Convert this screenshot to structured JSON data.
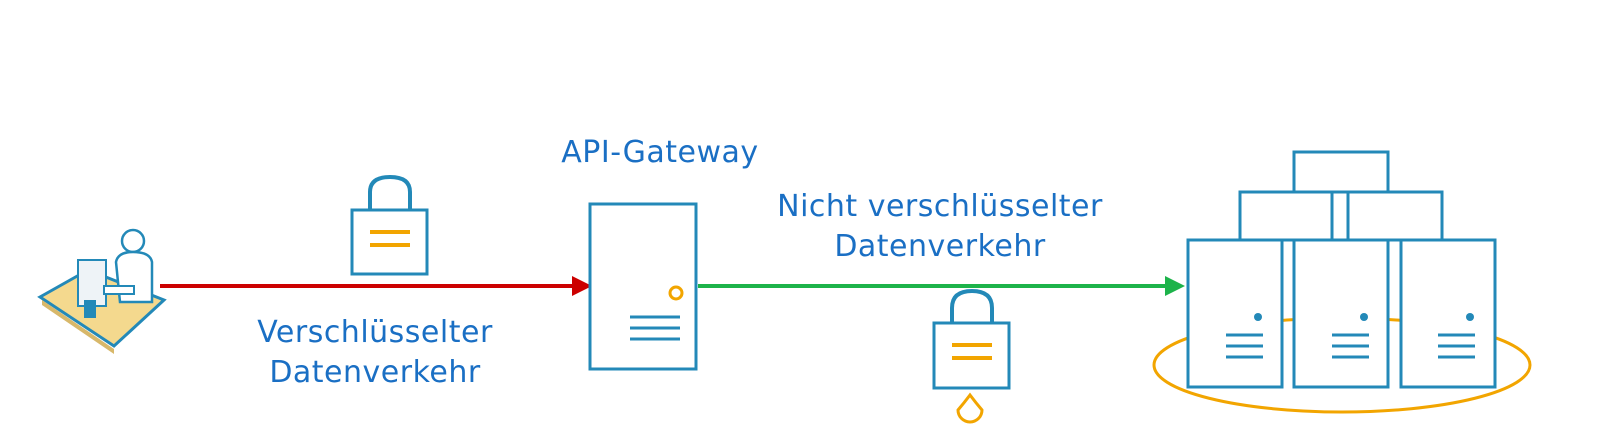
{
  "labels": {
    "gateway": "API-Gateway",
    "encrypted_line1": "Verschlüsselter",
    "encrypted_line2": "Datenverkehr",
    "unencrypted_line1": "Nicht verschlüsselter",
    "unencrypted_line2": "Datenverkehr"
  },
  "colors": {
    "text": "#1a6fc4",
    "outline": "#2389b8",
    "encrypted_arrow": "#cc0000",
    "unencrypted_arrow": "#1db34a",
    "accent": "#f2a500"
  },
  "icons": {
    "client": "user-at-computer-icon",
    "secure_lock": "closed-padlock-icon",
    "gateway": "server-icon",
    "open_lock": "open-padlock-icon",
    "backend": "server-cluster-icon"
  }
}
